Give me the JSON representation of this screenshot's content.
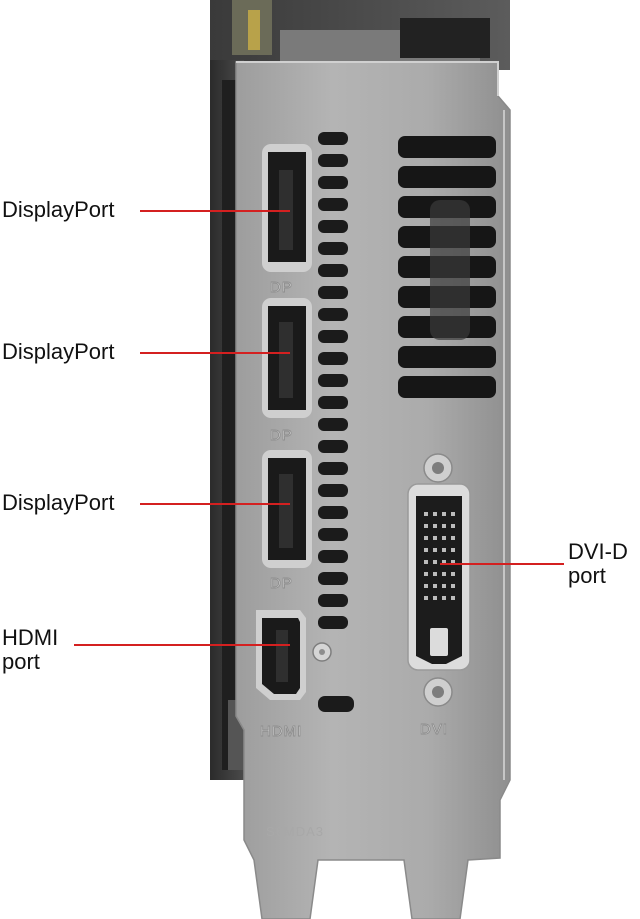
{
  "callouts": [
    {
      "id": "dp1",
      "text": "DisplayPort"
    },
    {
      "id": "dp2",
      "text": "DisplayPort"
    },
    {
      "id": "dp3",
      "text": "DisplayPort"
    },
    {
      "id": "hdmi",
      "text": "HDMI\nport"
    },
    {
      "id": "dvi",
      "text": "DVI-D\nport"
    }
  ],
  "bracket_markings": {
    "dp": "DP",
    "hdmi": "HDMI",
    "dvi": "DVI",
    "stamp": "S6MDA3"
  },
  "colors": {
    "leader_line": "#d42020",
    "bracket": "#a9a9a9",
    "port_body": "#1c1c1c",
    "dvi_frame": "#d8d8d8"
  }
}
